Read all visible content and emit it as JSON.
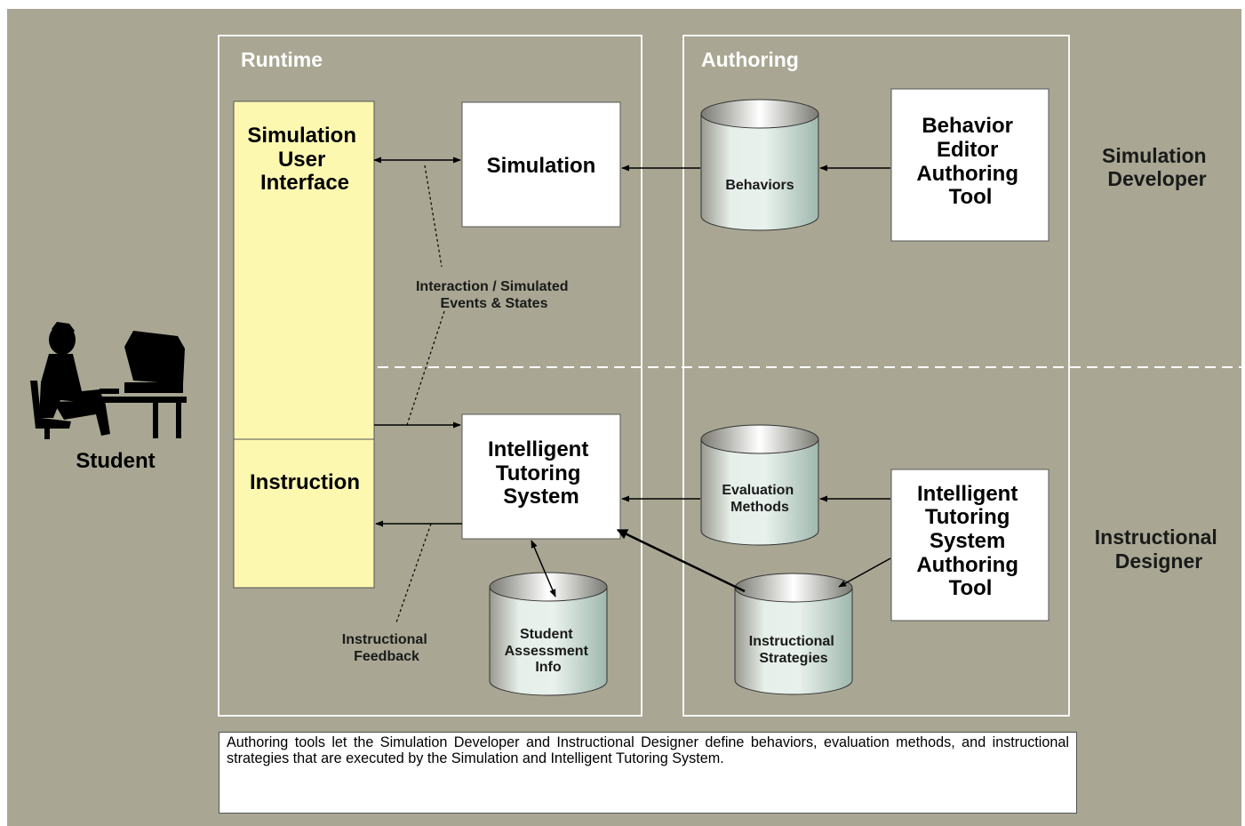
{
  "colors": {
    "background": "#a9a793",
    "frame": "#ffffff",
    "module_fill": "#fdf8b0",
    "box_fill": "#ffffff",
    "cylinder_light": "#ffffff",
    "cylinder_dark": "#8c8c8c",
    "cylinder_tint": "#c8e0d6",
    "text": "#000000",
    "region_title": "#ffffff",
    "role_text": "#1a1a1a",
    "divider": "#ffffff"
  },
  "regions": {
    "runtime_title": "Runtime",
    "authoring_title": "Authoring"
  },
  "modules": {
    "sim_ui": [
      "Simulation",
      "User",
      "Interface"
    ],
    "instruction": [
      "Instruction"
    ]
  },
  "boxes": {
    "simulation": [
      "Simulation"
    ],
    "its": [
      "Intelligent",
      "Tutoring",
      "System"
    ],
    "behavior_editor": [
      "Behavior",
      "Editor",
      "Authoring",
      "Tool"
    ],
    "its_authoring": [
      "Intelligent",
      "Tutoring",
      "System",
      "Authoring",
      "Tool"
    ]
  },
  "stores": {
    "behaviors": [
      "Behaviors"
    ],
    "evaluation_methods": [
      "Evaluation",
      "Methods"
    ],
    "instructional_strategies": [
      "Instructional",
      "Strategies"
    ],
    "student_assessment": [
      "Student",
      "Assessment",
      "Info"
    ]
  },
  "flow_labels": {
    "interaction": [
      "Interaction / Simulated",
      "Events & States"
    ],
    "feedback": [
      "Instructional",
      "Feedback"
    ]
  },
  "roles": {
    "student": "Student",
    "sim_developer": [
      "Simulation",
      "Developer"
    ],
    "instructional_designer": [
      "Instructional",
      "Designer"
    ]
  },
  "caption": "Authoring tools let the Simulation Developer and Instructional Designer define behaviors, evaluation methods, and instructional strategies that are executed by the Simulation and Intelligent Tutoring System."
}
